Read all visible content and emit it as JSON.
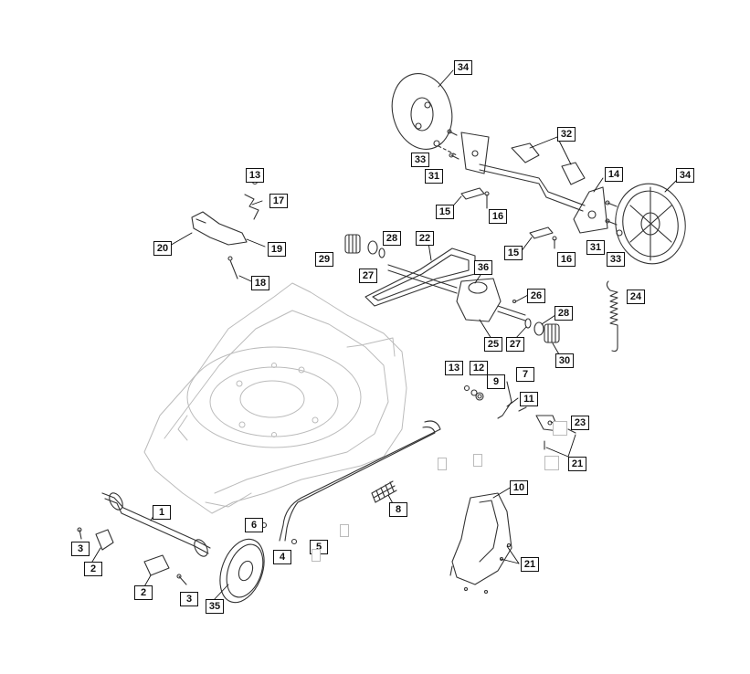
{
  "callouts": {
    "c1": "1",
    "c2a": "2",
    "c2b": "2",
    "c3a": "3",
    "c3b": "3",
    "c4": "4",
    "c5": "5",
    "c6": "6",
    "c7": "7",
    "c8": "8",
    "c9": "9",
    "c10": "10",
    "c11": "11",
    "c12": "12",
    "c13a": "13",
    "c13b": "13",
    "c14": "14",
    "c15a": "15",
    "c15b": "15",
    "c16a": "16",
    "c16b": "16",
    "c17": "17",
    "c18": "18",
    "c19": "19",
    "c20": "20",
    "c21a": "21",
    "c21b": "21",
    "c22": "22",
    "c23": "23",
    "c24": "24",
    "c25": "25",
    "c26": "26",
    "c27a": "27",
    "c27b": "27",
    "c28a": "28",
    "c28b": "28",
    "c29": "29",
    "c30": "30",
    "c31a": "31",
    "c31b": "31",
    "c32": "32",
    "c33a": "33",
    "c33b": "33",
    "c34a": "34",
    "c34b": "34",
    "c35": "35",
    "c36": "36"
  }
}
